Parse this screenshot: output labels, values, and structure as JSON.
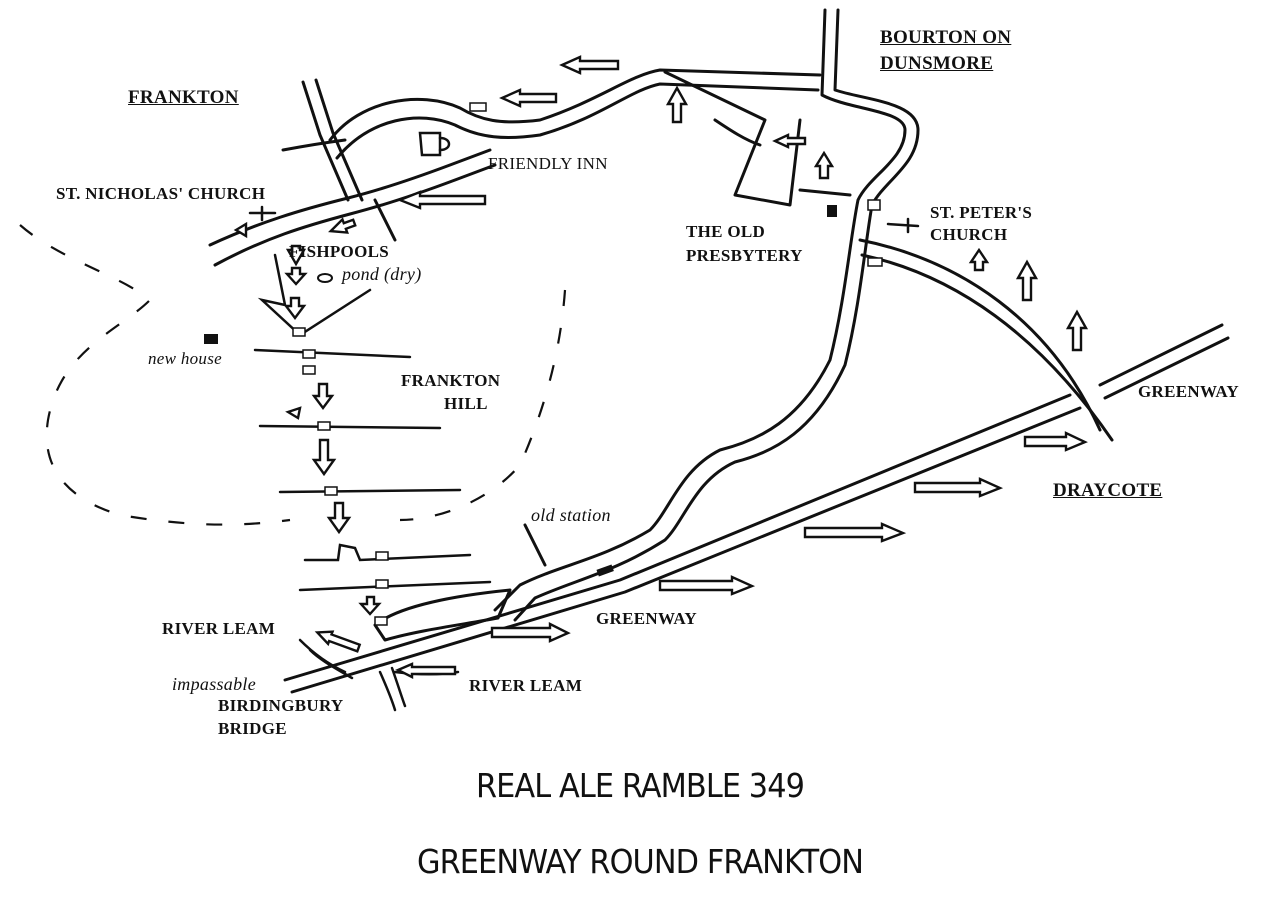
{
  "map": {
    "places": {
      "frankton": "FRANKTON",
      "bourton_line1": "BOURTON ON",
      "bourton_line2": "DUNSMORE",
      "draycote": "DRAYCOTE"
    },
    "features": {
      "st_nicholas": "ST. NICHOLAS' CHURCH",
      "friendly_inn": "FRIENDLY INN",
      "fishpools": "FISHPOOLS",
      "pond": "pond (dry)",
      "new_house": "new house",
      "frankton_hill_line1": "FRANKTON",
      "frankton_hill_line2": "HILL",
      "old_presbytery_line1": "THE OLD",
      "old_presbytery_line2": "PRESBYTERY",
      "st_peters_line1": "ST. PETER'S",
      "st_peters_line2": "CHURCH",
      "greenway_east": "GREENWAY",
      "greenway_south": "GREENWAY",
      "old_station": "old station",
      "river_leam_west": "RIVER LEAM",
      "river_leam_east": "RIVER LEAM",
      "impassable": "impassable",
      "bridge_line1": "BIRDINGBURY",
      "bridge_line2": "BRIDGE"
    },
    "title_line1": "REAL ALE RAMBLE 349",
    "title_line2": "GREENWAY ROUND FRANKTON",
    "ink_color": "#111111",
    "paper_color": "#ffffff"
  }
}
